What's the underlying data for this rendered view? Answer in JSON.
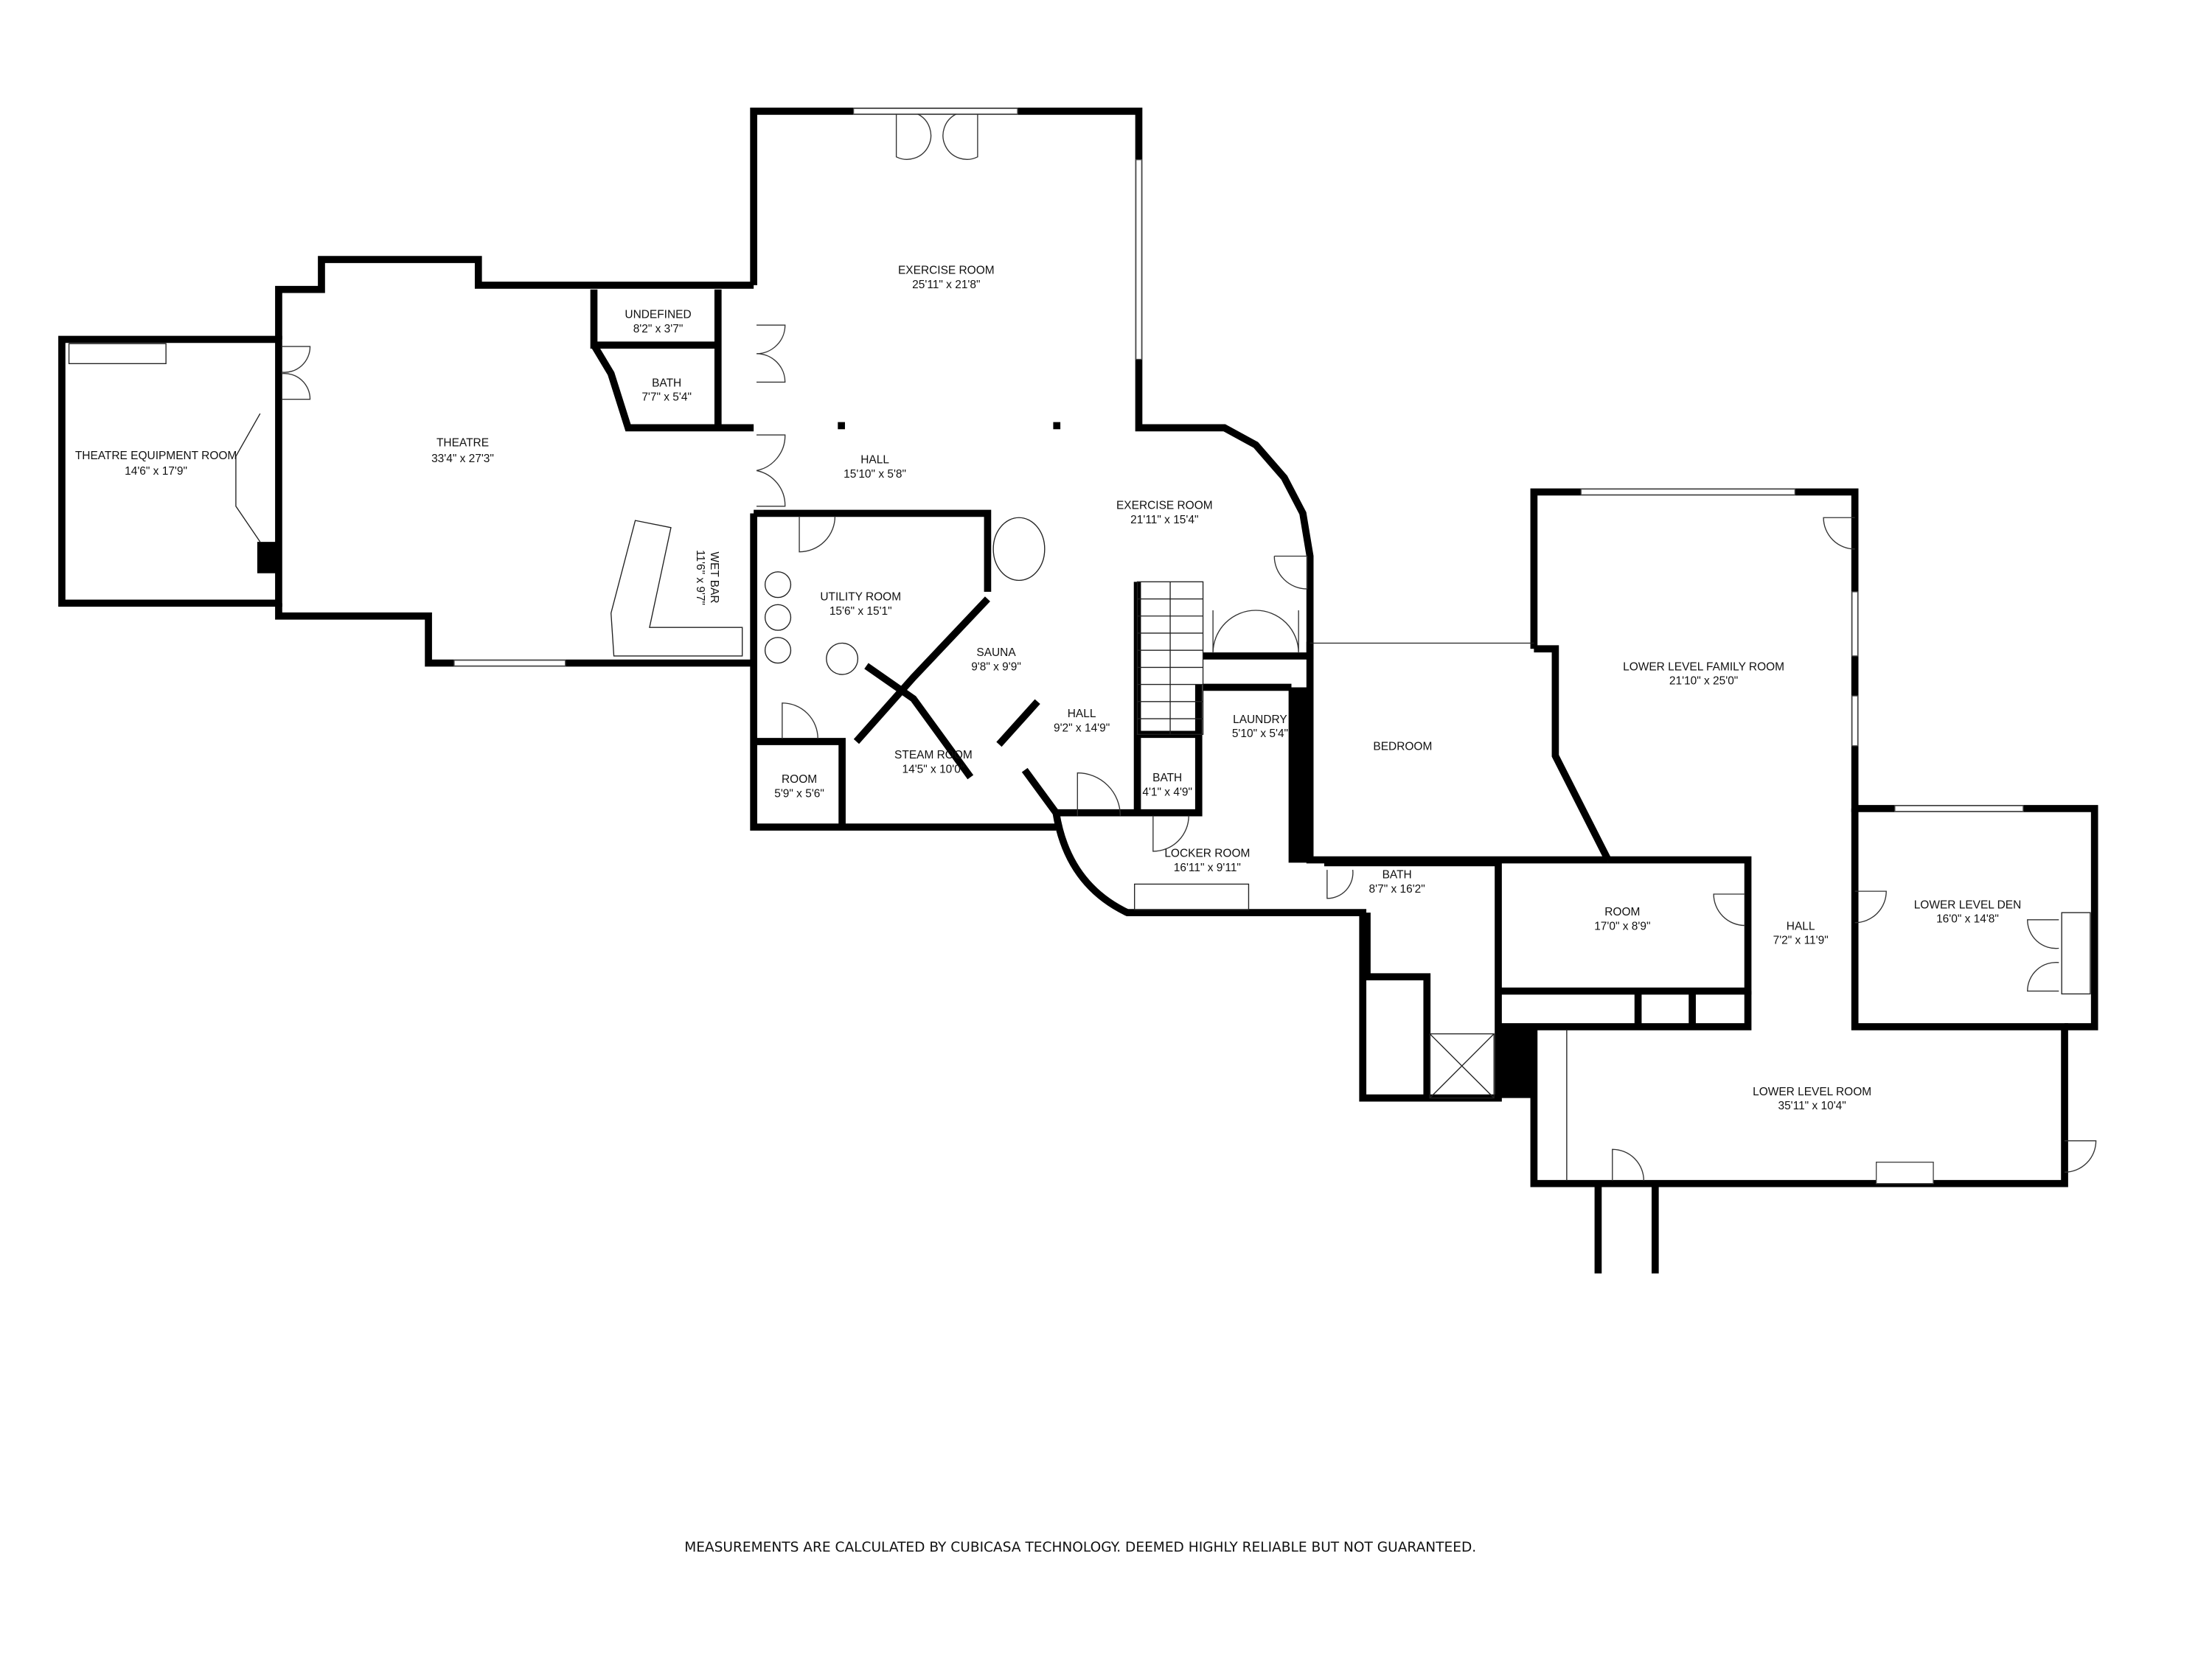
{
  "rooms": {
    "theatre_equipment": {
      "name": "THEATRE EQUIPMENT ROOM",
      "dims": "14'6\" x 17'9\""
    },
    "theatre": {
      "name": "THEATRE",
      "dims": "33'4\" x 27'3\""
    },
    "undefined": {
      "name": "UNDEFINED",
      "dims": "8'2\" x 3'7\""
    },
    "bath_upper": {
      "name": "BATH",
      "dims": "7'7\" x 5'4\""
    },
    "wet_bar": {
      "name": "WET BAR",
      "dims": "11'6\" x 9'7\""
    },
    "exercise_1": {
      "name": "EXERCISE ROOM",
      "dims": "25'11\" x 21'8\""
    },
    "hall_1": {
      "name": "HALL",
      "dims": "15'10\" x 5'8\""
    },
    "exercise_2": {
      "name": "EXERCISE ROOM",
      "dims": "21'11\" x 15'4\""
    },
    "utility": {
      "name": "UTILITY ROOM",
      "dims": "15'6\" x 15'1\""
    },
    "sauna": {
      "name": "SAUNA",
      "dims": "9'8\" x 9'9\""
    },
    "hall_2": {
      "name": "HALL",
      "dims": "9'2\" x 14'9\""
    },
    "steam": {
      "name": "STEAM ROOM",
      "dims": "14'5\" x 10'0\""
    },
    "room_small": {
      "name": "ROOM",
      "dims": "5'9\" x 5'6\""
    },
    "bath_small": {
      "name": "BATH",
      "dims": "4'1\" x 4'9\""
    },
    "laundry": {
      "name": "LAUNDRY",
      "dims": "5'10\" x 5'4\""
    },
    "locker": {
      "name": "LOCKER ROOM",
      "dims": "16'11\" x 9'11\""
    },
    "bedroom": {
      "name": "BEDROOM"
    },
    "bath_lower": {
      "name": "BATH",
      "dims": "8'7\" x 16'2\""
    },
    "family": {
      "name": "LOWER LEVEL FAMILY ROOM",
      "dims": "21'10\" x 25'0\""
    },
    "room_mid": {
      "name": "ROOM",
      "dims": "17'0\" x 8'9\""
    },
    "hall_3": {
      "name": "HALL",
      "dims": "7'2\" x 11'9\""
    },
    "den": {
      "name": "LOWER LEVEL DEN",
      "dims": "16'0\" x 14'8\""
    },
    "lower_room": {
      "name": "LOWER LEVEL ROOM",
      "dims": "35'11\" x 10'4\""
    }
  },
  "footer_note": "MEASUREMENTS ARE CALCULATED BY CUBICASA TECHNOLOGY. DEEMED HIGHLY RELIABLE BUT NOT GUARANTEED."
}
